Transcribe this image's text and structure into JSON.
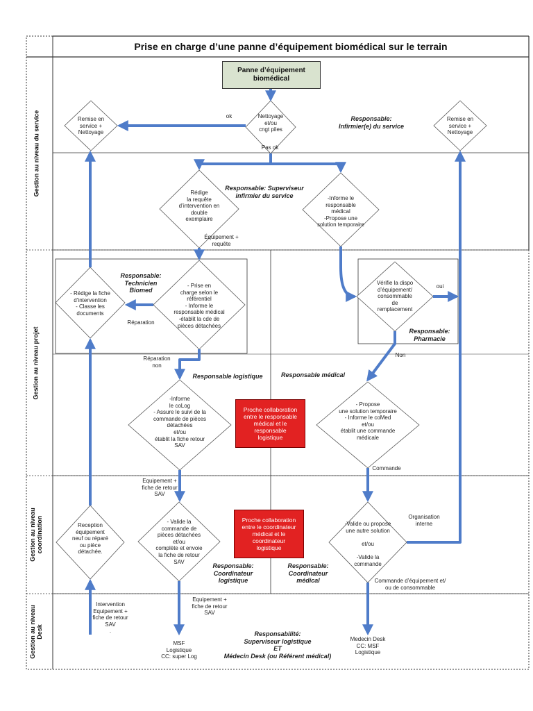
{
  "title": "Prise en charge d’une panne d’équipement biomédical sur le terrain",
  "lanes": {
    "service": "Gestion au niveau du service",
    "projet": "Gestion au niveau projet",
    "coordination": "Gestion au niveau\ncoordination",
    "desk": "Gestion au niveau\nDesk"
  },
  "start_box": "Panne d’équipement\nbiomédical",
  "nodes": {
    "nettoyage": "Nettoyage\net/ou\ncngt piles",
    "remise_left": "Remise en\nservice +\nNettoyage",
    "remise_right": "Remise en\nservice +\nNettoyage",
    "redige_requete": "Rédige\nla requête\nd’intervention en\ndouble\nexemplaire",
    "informe_resp": "-Informe le\nresponsable\nmédical\n-Propose une\nsolution temporaire",
    "redige_fiche": "- Rédige la fiche\nd’intervention\n- Classe les\ndocuments",
    "prise_charge": "- Prise en\ncharge selon le\nréférentiel\n- Informe le\nresponsable médical\n-établit la cde de\npièces détachées",
    "verifie_dispo": "Vérifie la dispo\nd’équipement/\nconsommable\nde\nremplacement",
    "informe_colog": "-Informe\nle coLog\n- Assure le suivi de la\ncommande de pièces\ndétachées\net/ou\nétablit la fiche retour\nSAV",
    "propose_solution": "- Propose\nune solution temporaire\n- Informe le coMed\net/ou\nétablit une commande\nmédicale",
    "reception": "Reception\néquipement\nneuf ou réparé\nou pièce\ndétachée.",
    "valide_commande": "- Valide la\ncommande de\npièces détachées\net/ou\ncomplète et envoie\nla fiche de retour\nSAV",
    "valide_propose": "-Valide ou propose\nune autre solution\n\net/ou\n\n-Valide la\ncommande"
  },
  "responsables": {
    "infirmier": "Responsable:\nInfirmier(e) du service",
    "superviseur": "Responsable: Superviseur\ninfirmier du service",
    "technicien": "Responsable:\nTechnicien\nBiomed",
    "pharmacie": "Responsable:\nPharmacie",
    "logistique": "Responsable logistique",
    "medical": "Responsable médical",
    "coord_log": "Responsable:\nCoordinateur\nlogistique",
    "coord_med": "Responsable:\nCoordinateur\nmédical",
    "desk": "Responsabilité:\nSuperviseur logistique\nET\nMédecin Desk (ou Référent médical)"
  },
  "collab": {
    "medical_logistique": "Proche collaboration\nentre le responsable\nmédical et le\nresponsable\nlogistique",
    "coordinateurs": "Proche collaboration\nentre le coordinateur\nmédical et le\ncoordinateur\nlogistique"
  },
  "labels": {
    "ok": "ok",
    "pas_ok": "Pas ok",
    "equipement_requete": "Équipement +\nrequête",
    "reparation": "Réparation",
    "reparation_non": "Réparation\nnon",
    "oui": "oui",
    "non": "Non",
    "commande": "Commande",
    "equip_fiche_sav": "Equipement +\nfiche de retour\nSAV",
    "organisation_interne": "Organisation\ninterne",
    "commande_equipement": "Commande d’équipement et/\nou de consommable",
    "equip_fiche_sav_2": "Equipement +\nfiche de retour\nSAV",
    "intervention": "Intervention\nEquipement +\nfiche de retour\nSAV\n.",
    "msf_log": "MSF\nLogistique\nCC: super Log",
    "medecin_desk": "Medecin Desk\nCC: MSF\nLogistique"
  },
  "colors": {
    "arrow": "#4f7cc9",
    "start_fill": "#d9e3cf",
    "collab_fill": "#e22222"
  }
}
